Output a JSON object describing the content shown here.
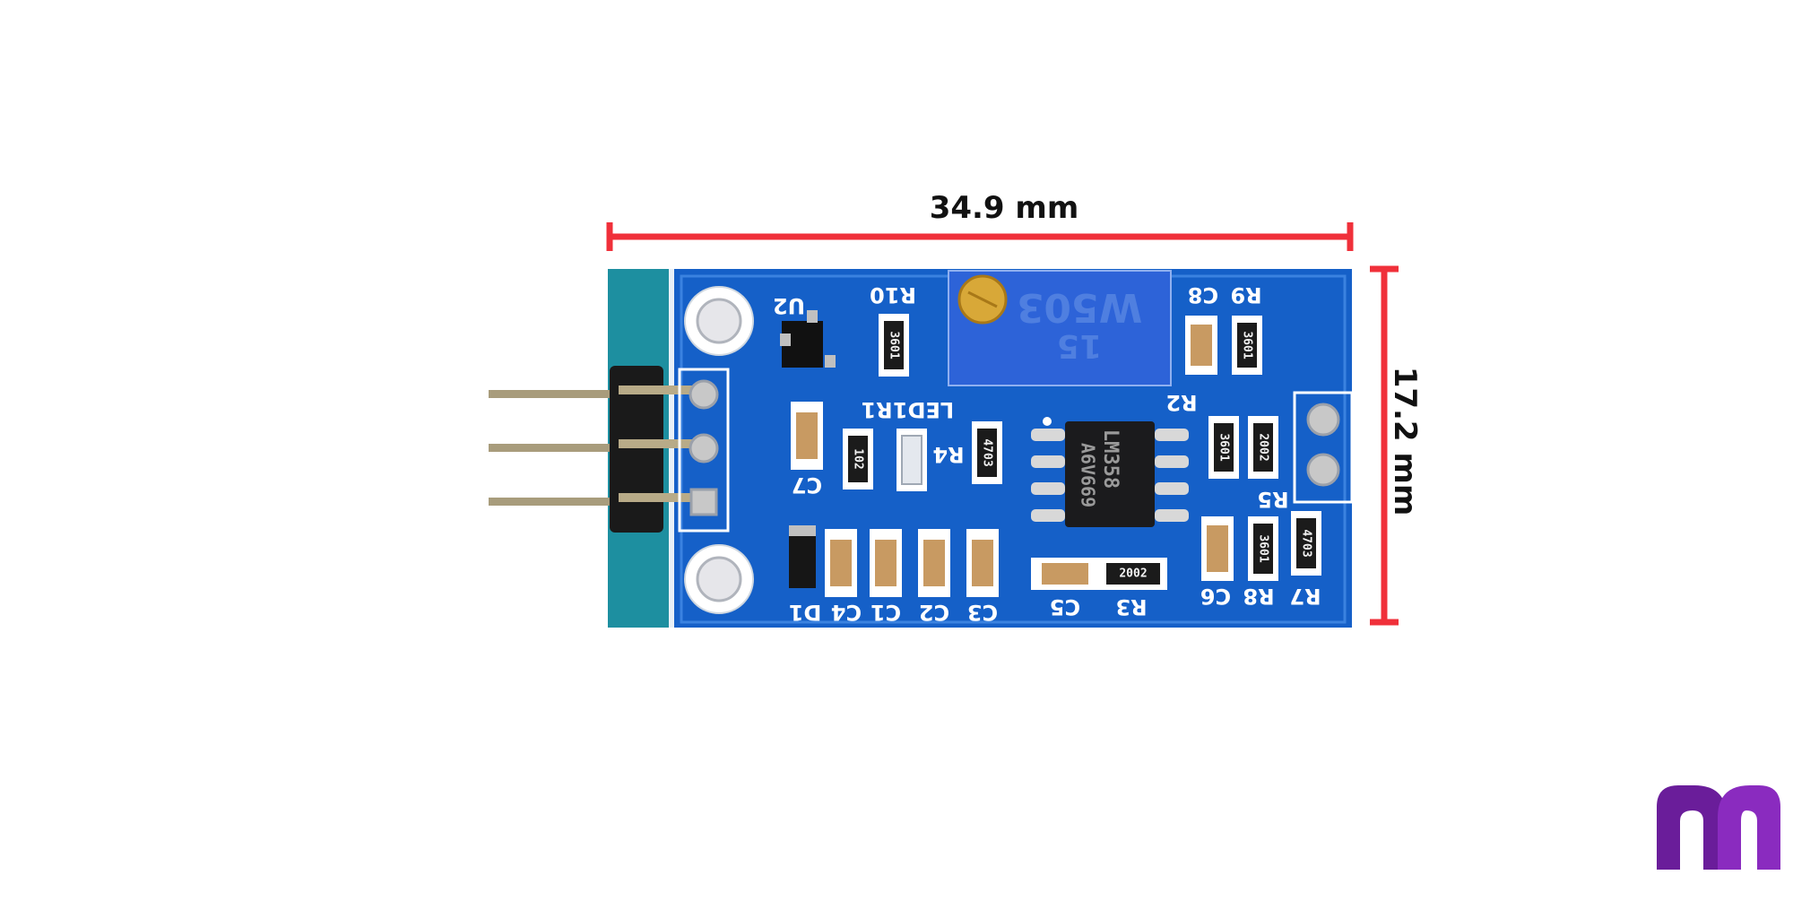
{
  "dimensions": {
    "width_label": "34.9 mm",
    "height_label": "17.2 mm",
    "line_color": "#f0303a"
  },
  "board": {
    "pcb_color": "#1560c8",
    "silk_color": "#ffffff",
    "connector_strip_color": "#1d8fa0",
    "silkscreen_labels": [
      "U2",
      "R10",
      "C8",
      "R9",
      "LED1",
      "R1",
      "R2",
      "C7",
      "R4",
      "R5",
      "D1",
      "C4",
      "C1",
      "C2",
      "C3",
      "C5",
      "R3",
      "C6",
      "R8",
      "R7"
    ],
    "potentiometer_markings": [
      "W503",
      "15"
    ],
    "ic_markings": [
      "LM358",
      "A6V669"
    ],
    "resistor_codes": {
      "r10": "3601",
      "r9": "3601",
      "r1": "102",
      "r4": "4703",
      "r5_left": "3601",
      "r5_right": "2002",
      "r3": "2002",
      "r8": "3601",
      "r7": "4703"
    }
  },
  "logo": {
    "icon": "m-brand-logo-icon",
    "color": "#6a1d9a"
  }
}
